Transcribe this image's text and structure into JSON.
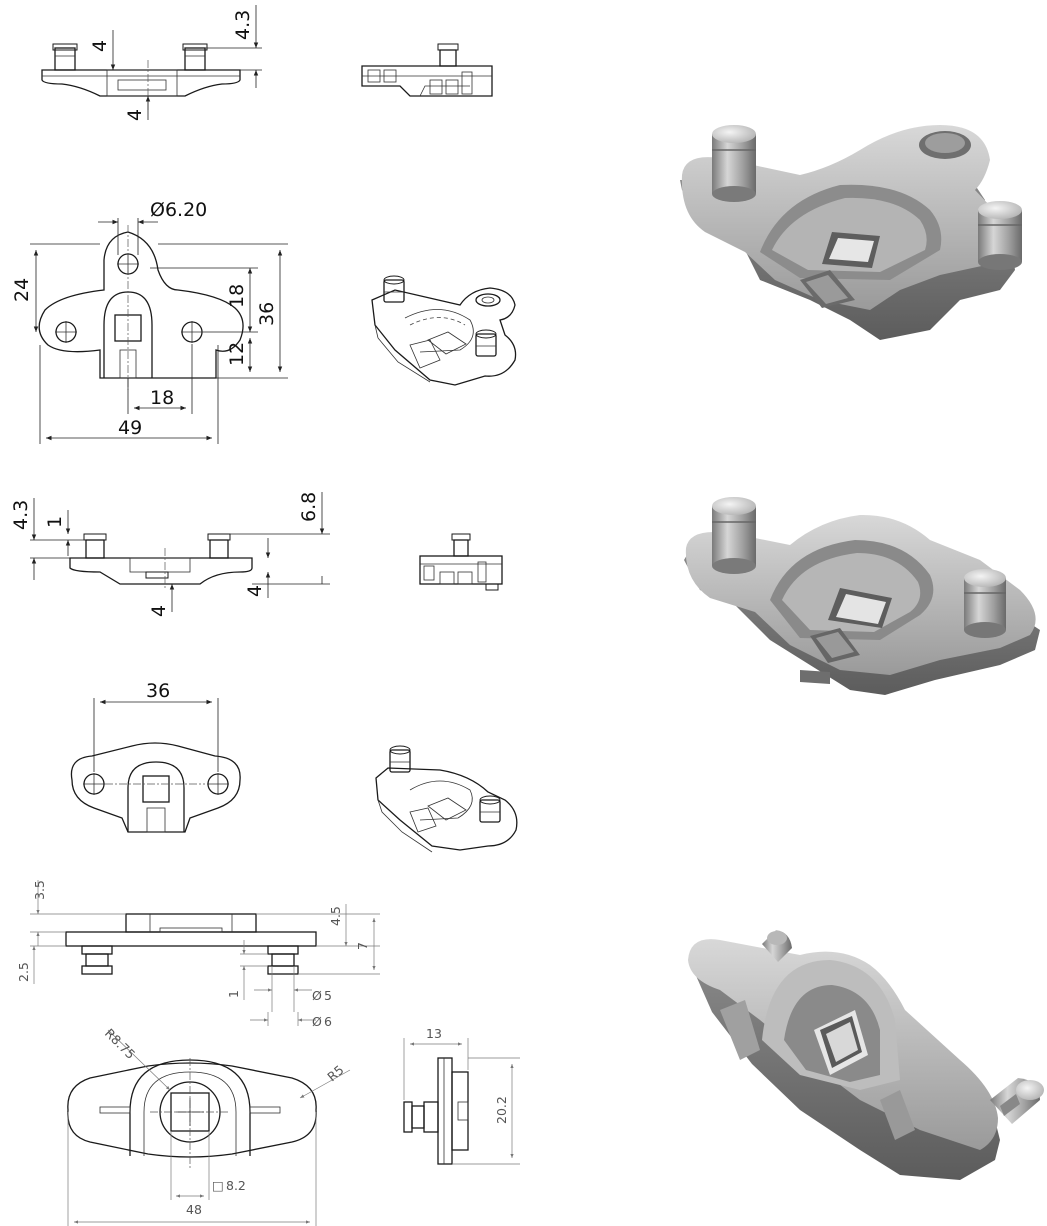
{
  "views": {
    "top_side": {
      "dims": [
        "4.3",
        "4",
        "4"
      ]
    },
    "part1_plan": {
      "dims": [
        "Ø6.20",
        "24",
        "18",
        "36",
        "12",
        "18",
        "49"
      ]
    },
    "part2_side": {
      "dims": [
        "4.3",
        "1",
        "6.8",
        "4",
        "4"
      ]
    },
    "part2_plan": {
      "dims": [
        "36"
      ]
    },
    "part3_side": {
      "dims": [
        "3.5",
        "2.5",
        "4.5",
        "7",
        "1",
        "5",
        "6"
      ],
      "diameter_symbol": "Ø"
    },
    "part3_plan": {
      "dims": [
        "R8.75",
        "R5",
        "8.2",
        "48"
      ],
      "square_symbol": "□"
    },
    "part3_end": {
      "dims": [
        "13",
        "20.2"
      ]
    }
  },
  "colors": {
    "line": "#1a1a1a",
    "grey_dim": "#555555",
    "render_light": "#e2e2e2",
    "render_dark": "#6a6a6a"
  }
}
